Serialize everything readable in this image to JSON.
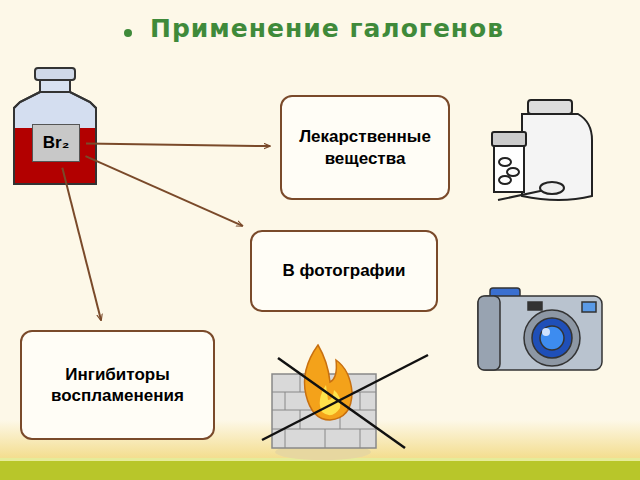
{
  "diagram": {
    "title": "Применение галогенов",
    "nodes": [
      {
        "text": [
          "Br₂"
        ]
      },
      {
        "text": [
          "Лекарственные вещества"
        ]
      },
      {
        "text": [
          "В фотографии"
        ]
      },
      {
        "text": [
          "Ингибиторы воспламенения"
        ]
      }
    ],
    "edges": [
      {
        "from": 0,
        "to": 1,
        "arrow": "to"
      },
      {
        "from": 0,
        "to": 2,
        "arrow": "to"
      },
      {
        "from": 0,
        "to": 3,
        "arrow": "to"
      }
    ]
  }
}
